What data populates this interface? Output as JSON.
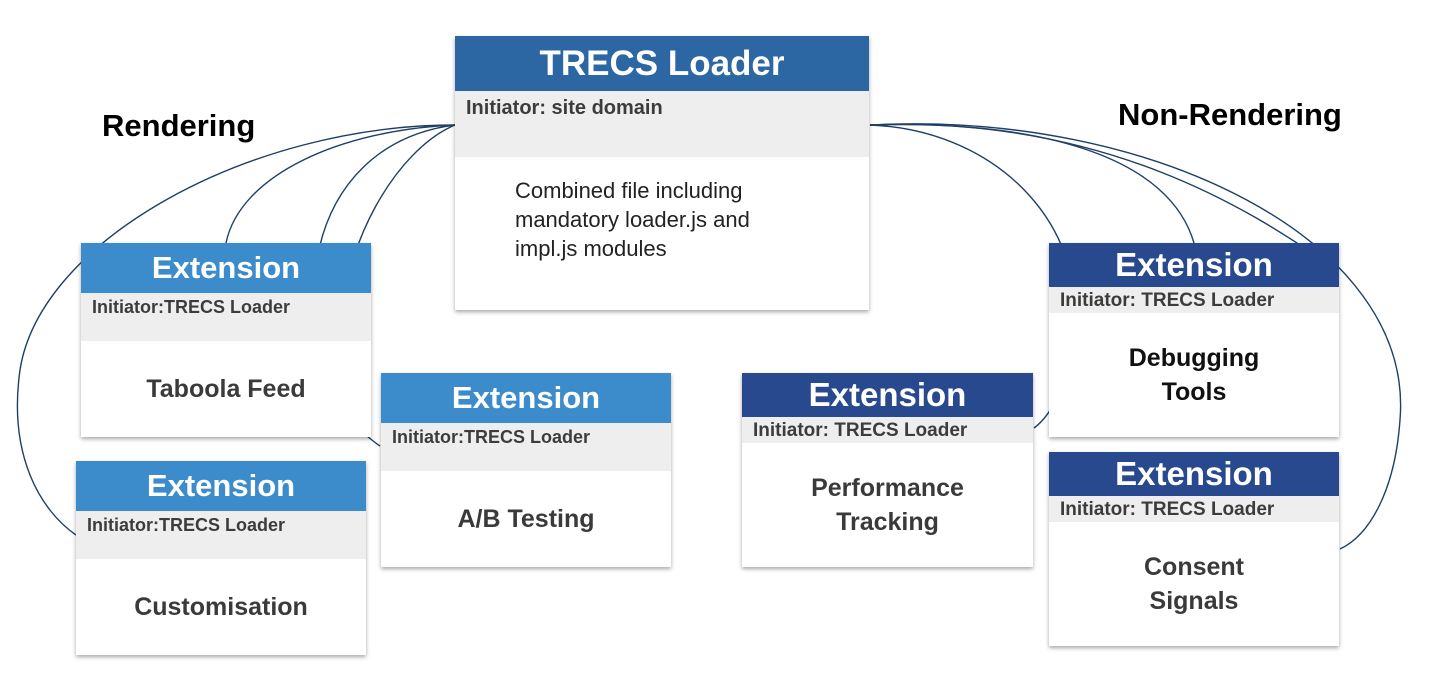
{
  "colors": {
    "header_light_blue": "#3c8ccc",
    "header_dark_blue": "#28498e",
    "header_main": "#2c66a3",
    "connector": "#1f3f66",
    "initiator_band": "#eeeeee"
  },
  "groups": {
    "rendering": "Rendering",
    "non_rendering": "Non-Rendering"
  },
  "loader": {
    "title": "TRECS Loader",
    "initiator": "Initiator: site domain",
    "description": [
      "Combined file including",
      "mandatory loader.js and",
      "impl.js modules"
    ]
  },
  "extensions": {
    "taboola_feed": {
      "title": "Extension",
      "initiator": "Initiator:TRECS Loader",
      "lines": [
        "Taboola Feed"
      ]
    },
    "customisation": {
      "title": "Extension",
      "initiator": "Initiator:TRECS Loader",
      "lines": [
        "Customisation"
      ]
    },
    "ab_testing": {
      "title": "Extension",
      "initiator": "Initiator:TRECS Loader",
      "lines": [
        "A/B Testing"
      ]
    },
    "performance_tracking": {
      "title": "Extension",
      "initiator": "Initiator: TRECS Loader",
      "lines": [
        "Performance",
        "Tracking"
      ]
    },
    "debugging_tools": {
      "title": "Extension",
      "initiator": "Initiator: TRECS Loader",
      "lines": [
        "Debugging",
        "Tools"
      ]
    },
    "consent_signals": {
      "title": "Extension",
      "initiator": "Initiator: TRECS Loader",
      "lines": [
        "Consent",
        "Signals"
      ]
    }
  }
}
